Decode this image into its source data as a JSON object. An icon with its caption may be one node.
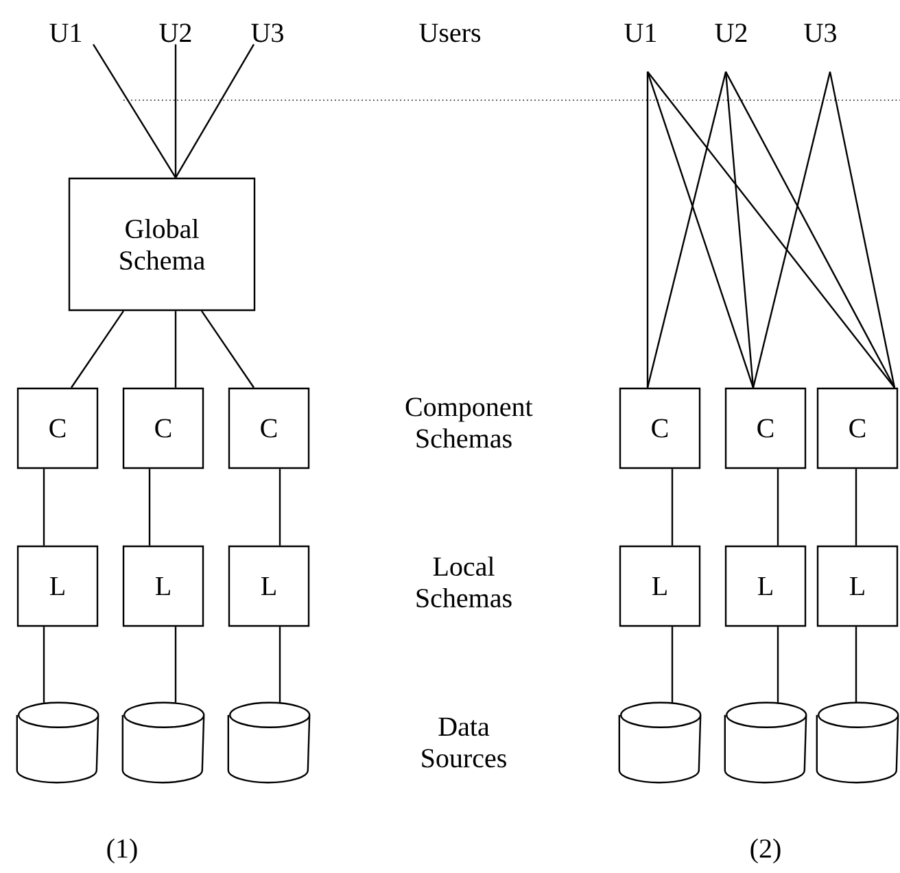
{
  "diagram": {
    "nodes": [
      {
        "text": [
          "U1"
        ]
      },
      {
        "text": [
          "U2"
        ]
      },
      {
        "text": [
          "U3"
        ]
      },
      {
        "text": [
          "Global Schema"
        ]
      },
      {
        "text": [
          "C"
        ]
      },
      {
        "text": [
          "C"
        ]
      },
      {
        "text": [
          "C"
        ]
      },
      {
        "text": [
          "L"
        ]
      },
      {
        "text": [
          "L"
        ]
      },
      {
        "text": [
          "L"
        ]
      },
      {
        "text": [],
        "shape": "cylinder"
      },
      {
        "text": [],
        "shape": "cylinder"
      },
      {
        "text": [],
        "shape": "cylinder"
      },
      {
        "text": [
          "U1"
        ]
      },
      {
        "text": [
          "U2"
        ]
      },
      {
        "text": [
          "U3"
        ]
      },
      {
        "text": [
          "C"
        ]
      },
      {
        "text": [
          "C"
        ]
      },
      {
        "text": [
          "C"
        ]
      },
      {
        "text": [
          "L"
        ]
      },
      {
        "text": [
          "L"
        ]
      },
      {
        "text": [
          "L"
        ]
      },
      {
        "text": [],
        "shape": "cylinder"
      },
      {
        "text": [],
        "shape": "cylinder"
      },
      {
        "text": [],
        "shape": "cylinder"
      }
    ],
    "edges": [
      {
        "from": 0,
        "to": 3,
        "arrow": "none"
      },
      {
        "from": 1,
        "to": 3,
        "arrow": "none"
      },
      {
        "from": 2,
        "to": 3,
        "arrow": "none"
      },
      {
        "from": 3,
        "to": 4,
        "arrow": "none"
      },
      {
        "from": 3,
        "to": 5,
        "arrow": "none"
      },
      {
        "from": 3,
        "to": 6,
        "arrow": "none"
      },
      {
        "from": 4,
        "to": 7,
        "arrow": "none"
      },
      {
        "from": 5,
        "to": 8,
        "arrow": "none"
      },
      {
        "from": 6,
        "to": 9,
        "arrow": "none"
      },
      {
        "from": 7,
        "to": 10,
        "arrow": "none"
      },
      {
        "from": 8,
        "to": 11,
        "arrow": "none"
      },
      {
        "from": 9,
        "to": 12,
        "arrow": "none"
      },
      {
        "from": 13,
        "to": 16,
        "arrow": "none"
      },
      {
        "from": 13,
        "to": 17,
        "arrow": "none"
      },
      {
        "from": 13,
        "to": 18,
        "arrow": "none"
      },
      {
        "from": 14,
        "to": 16,
        "arrow": "none"
      },
      {
        "from": 14,
        "to": 17,
        "arrow": "none"
      },
      {
        "from": 14,
        "to": 18,
        "arrow": "none"
      },
      {
        "from": 15,
        "to": 17,
        "arrow": "none"
      },
      {
        "from": 15,
        "to": 18,
        "arrow": "none"
      },
      {
        "from": 16,
        "to": 19,
        "arrow": "none"
      },
      {
        "from": 17,
        "to": 20,
        "arrow": "none"
      },
      {
        "from": 18,
        "to": 21,
        "arrow": "none"
      },
      {
        "from": 19,
        "to": 22,
        "arrow": "none"
      },
      {
        "from": 20,
        "to": 23,
        "arrow": "none"
      },
      {
        "from": 21,
        "to": 24,
        "arrow": "none"
      }
    ],
    "labels": [
      "Users",
      "Component Schemas",
      "Local Schemas",
      "Data Sources",
      "(1)",
      "(2)"
    ]
  }
}
